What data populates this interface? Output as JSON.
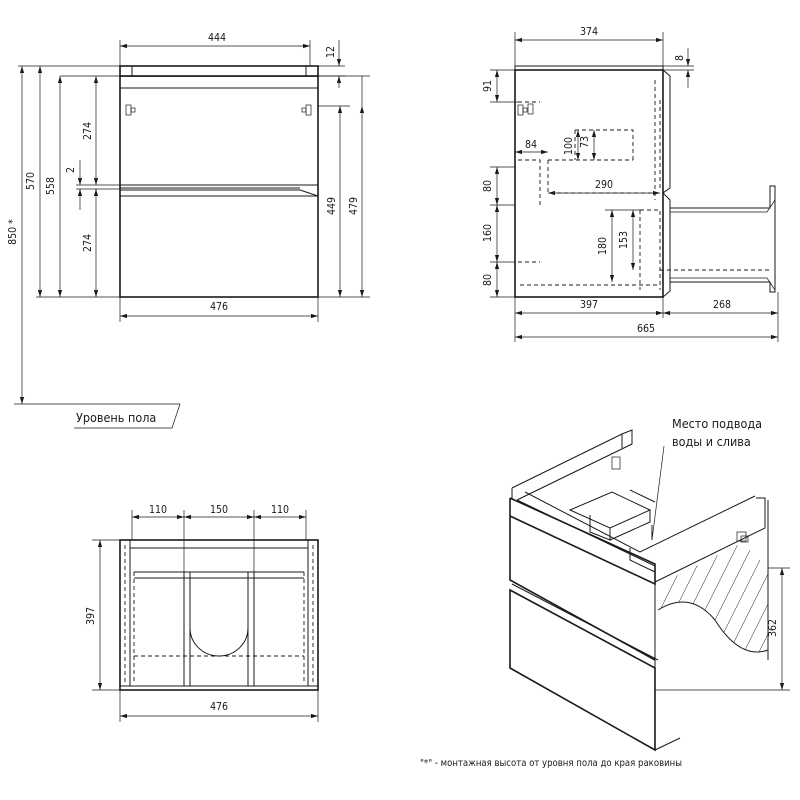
{
  "dimensions": {
    "front": {
      "top_width": "444",
      "top_thickness": "12",
      "height_to_sink": "850 *",
      "height_570": "570",
      "height_558": "558",
      "drawer_upper": "274",
      "gap": "2",
      "drawer_lower": "274",
      "right_449": "449",
      "right_479": "479",
      "bottom_width": "476"
    },
    "side": {
      "depth_top": "374",
      "top_8": "8",
      "offset_91": "91",
      "offset_84": "84",
      "h_100": "100",
      "h_73": "73",
      "w_290": "290",
      "h_80_upper": "80",
      "h_160": "160",
      "h_180": "180",
      "h_153": "153",
      "h_80_lower": "80",
      "depth_397": "397",
      "drawer_268": "268",
      "total_665": "665"
    },
    "top_view": {
      "left_110": "110",
      "mid_150": "150",
      "right_110": "110",
      "depth_397": "397",
      "width_476": "476"
    },
    "iso": {
      "height_362": "362"
    }
  },
  "labels": {
    "floor_level": "Уровень пола",
    "supply_line1": "Место подвода",
    "supply_line2": "воды и слива",
    "footnote": "\"*\" - монтажная высота от уровня пола до края раковины"
  }
}
